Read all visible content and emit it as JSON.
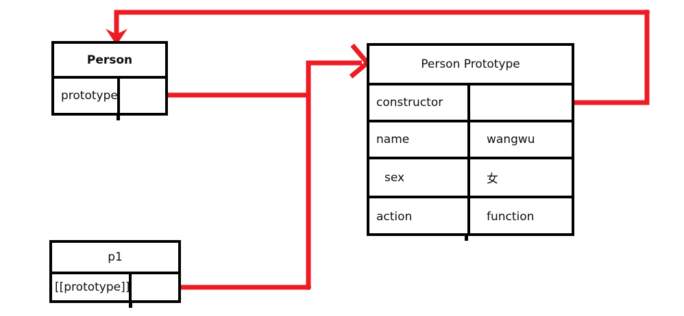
{
  "diagram": {
    "title": "JavaScript prototype chain diagram",
    "colors": {
      "box_border": "#000000",
      "connector": "#ED1C24",
      "text": "#0d0d0d",
      "background": "#ffffff"
    }
  },
  "person_box": {
    "title": "Person",
    "rows": [
      {
        "key": "prototype",
        "value": ""
      }
    ]
  },
  "person_prototype_box": {
    "title": "Person Prototype",
    "rows": [
      {
        "key": "constructor",
        "value": ""
      },
      {
        "key": "name",
        "value": "wangwu"
      },
      {
        "key": "sex",
        "value": "女"
      },
      {
        "key": "action",
        "value": "function"
      }
    ]
  },
  "p1_box": {
    "title": "p1",
    "rows": [
      {
        "key": "[[prototype]]",
        "value": ""
      }
    ]
  },
  "connectors": [
    {
      "name": "person-prototype-to-person-prototype-box",
      "from": "Person.prototype value cell",
      "to": "Person Prototype box (left edge)",
      "arrowhead": "right"
    },
    {
      "name": "p1-prototype-to-person-prototype-box",
      "from": "p1.[[prototype]] value cell",
      "to": "Person Prototype box (left edge)",
      "arrowhead": "right"
    },
    {
      "name": "constructor-to-person",
      "from": "Person Prototype.constructor value cell",
      "to": "Person box (top edge)",
      "arrowhead": "down"
    }
  ]
}
